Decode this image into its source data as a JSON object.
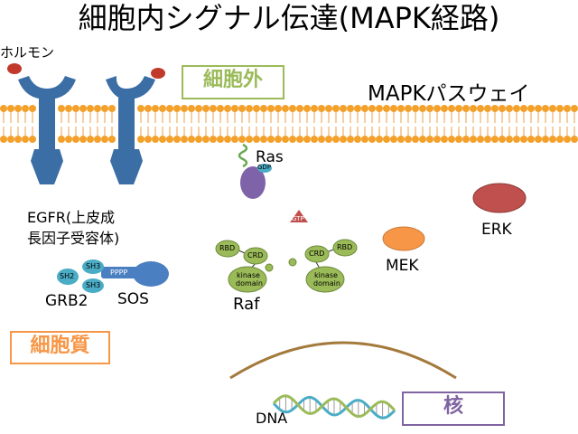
{
  "title": "細胞内シグナル伝達(MAPK経路)",
  "labels": {
    "hormone": "ホルモン",
    "extracellular": "細胞外",
    "pathway": "MAPKパスウェイ",
    "ras": "Ras",
    "gdp": "GDP",
    "gtp": "GTP",
    "egfr_line1": "EGFR(上皮成",
    "egfr_line2": "長因子受容体)",
    "grb2": "GRB2",
    "sos": "SOS",
    "sh2": "SH2",
    "sh3_top": "SH3",
    "sh3_bottom": "SH3",
    "pppp": "PPPP",
    "rbd_left": "RBD",
    "crd_left": "CRD",
    "kinase_left_1": "kinase",
    "kinase_left_2": "domain",
    "rbd_right": "RBD",
    "crd_right": "CRD",
    "kinase_right_1": "kinase",
    "kinase_right_2": "domain",
    "raf": "Raf",
    "mek": "MEK",
    "erk": "ERK",
    "cytoplasm": "細胞質",
    "nucleus": "核",
    "dna": "DNA"
  },
  "colors": {
    "receptor": "#3b6ea5",
    "hormone": "#c0392b",
    "membrane_head": "#f4a12b",
    "ras": "#7f63a8",
    "grb2": "#4bacc6",
    "sos": "#4a7fc1",
    "raf": "#9bbb59",
    "mek": "#f79646",
    "erk": "#c0504d",
    "gtp": "#c0504d",
    "extracellular_box": "#9bbb59",
    "cytoplasm_box": "#f79646",
    "nucleus_box": "#8064a2",
    "nucleus_arc": "#a47a3c",
    "dna_strand_1": "#4bacc6",
    "dna_strand_2": "#9bbb59"
  }
}
